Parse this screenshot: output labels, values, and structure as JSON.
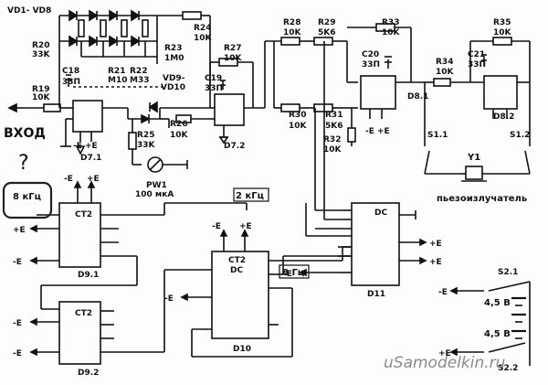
{
  "labels": {
    "vd1_vd8": "VD1-\nVD8",
    "r20": "R20",
    "r20v": "33K",
    "r19": "R19",
    "r19v": "10K",
    "c18": "C18",
    "c18v": "33П",
    "r21": "R21",
    "r21v": "M10",
    "r22": "R22",
    "r22v": "M33",
    "r23": "R23",
    "r23v": "1M0",
    "r24": "R24",
    "r24v": "10K",
    "vd9": "VD9-",
    "vd10": "VD10",
    "r25": "R25",
    "r25v": "33K",
    "r26": "R26",
    "r26v": "10K",
    "r27": "R27",
    "r27v": "10K",
    "c19": "C19",
    "c19v": "33П",
    "r28": "R28",
    "r28v": "10K",
    "r29": "R29",
    "r29v": "5K6",
    "r30": "R30",
    "r30v": "10K",
    "r31": "R31",
    "r31v": "5K6",
    "r32": "R32",
    "r32v": "10K",
    "r33": "R33",
    "r33v": "10K",
    "c20": "C20",
    "c20v": "33П",
    "r34": "R34",
    "r34v": "10K",
    "r35": "R35",
    "r35v": "10K",
    "c21": "C21",
    "c21v": "33П",
    "d71": "D7.1",
    "d72": "D7.2",
    "d81": "D8.1",
    "d82": "D8.2",
    "d91": "D9.1",
    "d92": "D9.2",
    "d10": "D10",
    "d11": "D11",
    "vhod": "ВХОД",
    "question": "?",
    "pw1": "PW1",
    "pw1v": "100 мкА",
    "y1": "Y1",
    "piezo": "пьезоизлучатель",
    "s11": "S1.1",
    "s12": "S1.2",
    "s21": "S2.1",
    "s22": "S2.2",
    "bat1": "4,5 В",
    "bat2": "4,5 В",
    "f8k": "8 кГц",
    "f2k": "2 кГц",
    "f8": "8 Гц",
    "ct2": "CT2",
    "ct2dc": "CT2\nDC",
    "dc": "DC",
    "minus_e": "-E",
    "plus_e": "+E",
    "minus_e_plus_e": "-E +E",
    "watermark": "uSamodelkin.ru"
  }
}
